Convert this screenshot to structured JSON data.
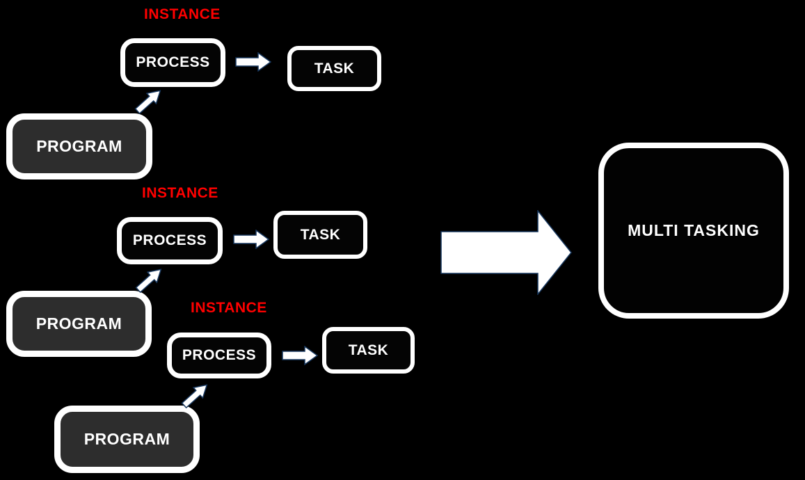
{
  "colors": {
    "background": "#000000",
    "instance_text": "#ff0000",
    "box_border": "#ffffff",
    "program_fill": "#2d2d2d",
    "process_fill": "#040404",
    "task_fill": "#040404",
    "multitasking_fill": "#020202",
    "box_text": "#ffffff",
    "arrow_fill": "#ffffff",
    "arrow_outline": "#17375e"
  },
  "chains": [
    {
      "program": "PROGRAM",
      "instance": "INSTANCE",
      "process": "PROCESS",
      "task": "TASK"
    },
    {
      "program": "PROGRAM",
      "instance": "INSTANCE",
      "process": "PROCESS",
      "task": "TASK"
    },
    {
      "program": "PROGRAM",
      "instance": "INSTANCE",
      "process": "PROCESS",
      "task": "TASK"
    }
  ],
  "result_box": {
    "label": "MULTI TASKING"
  }
}
